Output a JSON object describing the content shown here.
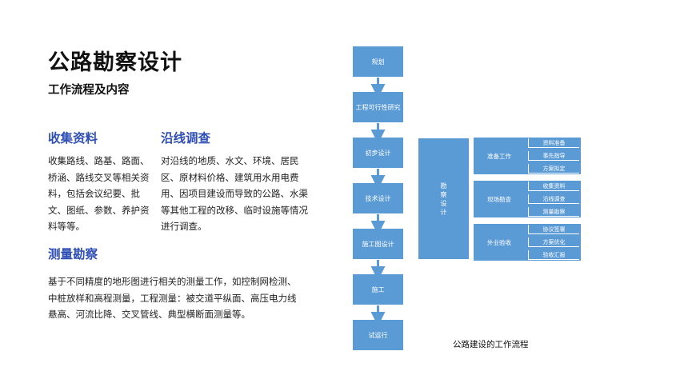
{
  "header": {
    "title": "公路勘察设计",
    "subtitle": "工作流程及内容"
  },
  "sections": [
    {
      "heading": "收集资料",
      "body": "收集路线、路基、路面、桥涵、路线交叉等相关资料，包括会议纪要、批文、图纸、参数、养护资料等等。"
    },
    {
      "heading": "沿线调查",
      "body": "对沿线的地质、水文、环境、居民区、原材料价格、建筑用水用电费用、因项目建设而导致的公路、水渠等其他工程的改移、临时设施等情况进行调查。"
    },
    {
      "heading": "测量勘察",
      "body": "基于不同精度的地形图进行相关的测量工作，如控制网检测、中桩放样和高程测量，工程测量：被交道平纵面、高压电力线悬高、河流比降、交叉管线、典型横断面测量等。"
    }
  ],
  "diagram": {
    "stages": [
      "规划",
      "工程可行性研究",
      "初步设计",
      "技术设计",
      "施工图设计",
      "施工",
      "试运行"
    ],
    "survey_label": "勘察设计",
    "categories": [
      {
        "label": "准备工作",
        "items": [
          "资料准备",
          "事先指导",
          "方案拟定"
        ]
      },
      {
        "label": "现场勘查",
        "items": [
          "收集资料",
          "沿线调查",
          "测量勘察"
        ]
      },
      {
        "label": "外业验收",
        "items": [
          "协议签署",
          "方案优化",
          "验收汇报"
        ]
      }
    ],
    "caption": "公路建设的工作流程",
    "colors": {
      "box": "#5b9bd5",
      "arrow": "#5b9bd5",
      "heading": "#2f4fb5"
    }
  }
}
